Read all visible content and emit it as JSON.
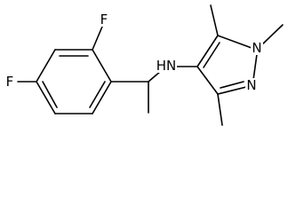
{
  "molecule": {
    "atoms": {
      "f_ortho": "F",
      "f_para": "F",
      "amine": "HN",
      "n1": "N",
      "n2": "N"
    },
    "colors": {
      "bond": "#000000",
      "label": "#000000",
      "background": "#ffffff"
    }
  }
}
